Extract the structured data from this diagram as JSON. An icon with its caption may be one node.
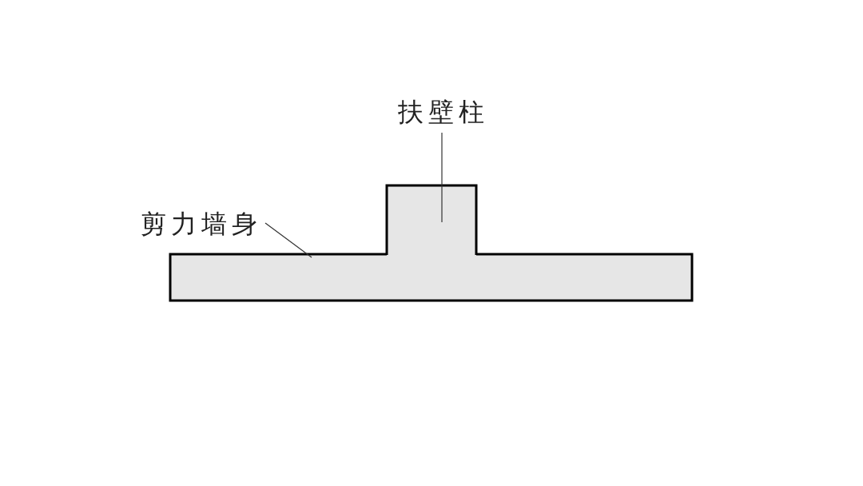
{
  "diagram": {
    "nodes": [
      {
        "text": [
          "扶壁柱"
        ]
      },
      {
        "text": [
          "剪力墙身"
        ]
      },
      {
        "text": [],
        "shape": "box"
      },
      {
        "text": [],
        "shape": "box"
      }
    ],
    "edges": [
      {
        "from": 0,
        "to": 2,
        "arrow": "none"
      },
      {
        "from": 1,
        "to": 3,
        "arrow": "none"
      }
    ]
  }
}
